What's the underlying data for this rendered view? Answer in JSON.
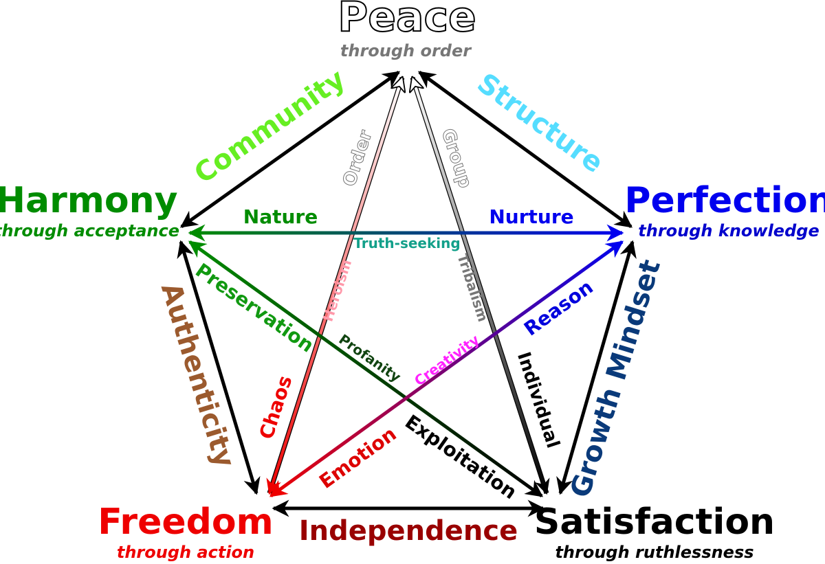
{
  "nodes": {
    "peace": {
      "title": "Peace",
      "subtitle": "through order",
      "color": "#ffffff",
      "subcolor": "#777777"
    },
    "harmony": {
      "title": "Harmony",
      "subtitle": "through acceptance",
      "color": "#008c00",
      "subcolor": "#008c00"
    },
    "perfection": {
      "title": "Perfection",
      "subtitle": "through knowledge",
      "color": "#0000ee",
      "subcolor": "#0000cc"
    },
    "freedom": {
      "title": "Freedom",
      "subtitle": "through action",
      "color": "#ee0000",
      "subcolor": "#ee0000"
    },
    "satisfaction": {
      "title": "Satisfaction",
      "subtitle": "through ruthlessness",
      "color": "#000000",
      "subcolor": "#000000"
    }
  },
  "edges": {
    "community": {
      "label": "Community",
      "color": "#66ee22"
    },
    "structure": {
      "label": "Structure",
      "color": "#55ddff"
    },
    "authenticity": {
      "label": "Authenticity",
      "color": "#9b5a2e"
    },
    "growth": {
      "label": "Growth Mindset",
      "color": "#0a3a7a"
    },
    "independence": {
      "label": "Independence",
      "color": "#990000"
    }
  },
  "diagonals": {
    "nature": {
      "label": "Nature",
      "color": "#008c00"
    },
    "nurture": {
      "label": "Nurture",
      "color": "#0000ee"
    },
    "truth": {
      "label": "Truth-seeking",
      "color": "#13a08a"
    },
    "order": {
      "label": "Order",
      "color": "#ffffff"
    },
    "heroism": {
      "label": "Heroism",
      "color": "#ff99aa"
    },
    "chaos": {
      "label": "Chaos",
      "color": "#ee0000"
    },
    "group": {
      "label": "Group",
      "color": "#ffffff"
    },
    "tribalism": {
      "label": "Tribalism",
      "color": "#777777"
    },
    "individual": {
      "label": "Individual",
      "color": "#000000"
    },
    "preservation": {
      "label": "Preservation",
      "color": "#119911"
    },
    "profanity": {
      "label": "Profanity",
      "color": "#114411"
    },
    "exploitation": {
      "label": "Exploitation",
      "color": "#000000"
    },
    "reason": {
      "label": "Reason",
      "color": "#0000dd"
    },
    "creativity": {
      "label": "Creativity",
      "color": "#ff22ff"
    },
    "emotion": {
      "label": "Emotion",
      "color": "#dd0000"
    }
  }
}
